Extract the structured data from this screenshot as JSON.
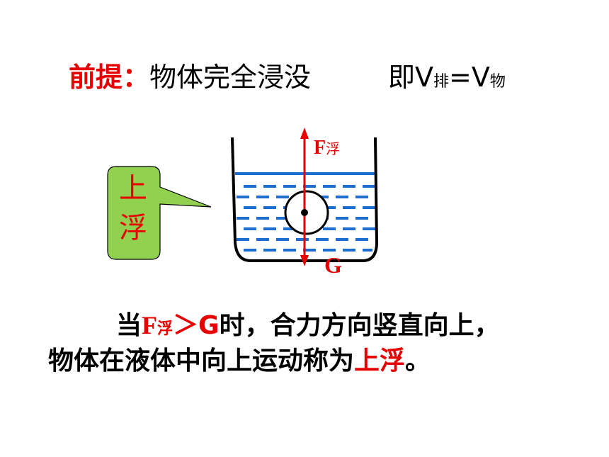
{
  "heading": {
    "premise_label": "前提：",
    "premise_text": "物体完全浸没",
    "relation_prefix": "即V",
    "relation_sub1": "排",
    "relation_mid": "=V",
    "relation_sub2": "物"
  },
  "callout": {
    "line1": "上",
    "line2": "浮"
  },
  "diagram": {
    "force_up_letter": "F",
    "force_up_sub": "浮",
    "force_down_label": "G"
  },
  "explanation": {
    "line1_prefix": "当",
    "cond_f": "F",
    "cond_sub": "浮",
    "cond_rest": "＞G",
    "line1_suffix": "时，合力方向竖直向上，",
    "line2_prefix": "物体在液体中向上运动称为",
    "term": "上浮",
    "line2_suffix": "。"
  },
  "colors": {
    "emphasis": "#e60000",
    "water": "#1f6fd1",
    "callout_fill": "#92d050"
  }
}
